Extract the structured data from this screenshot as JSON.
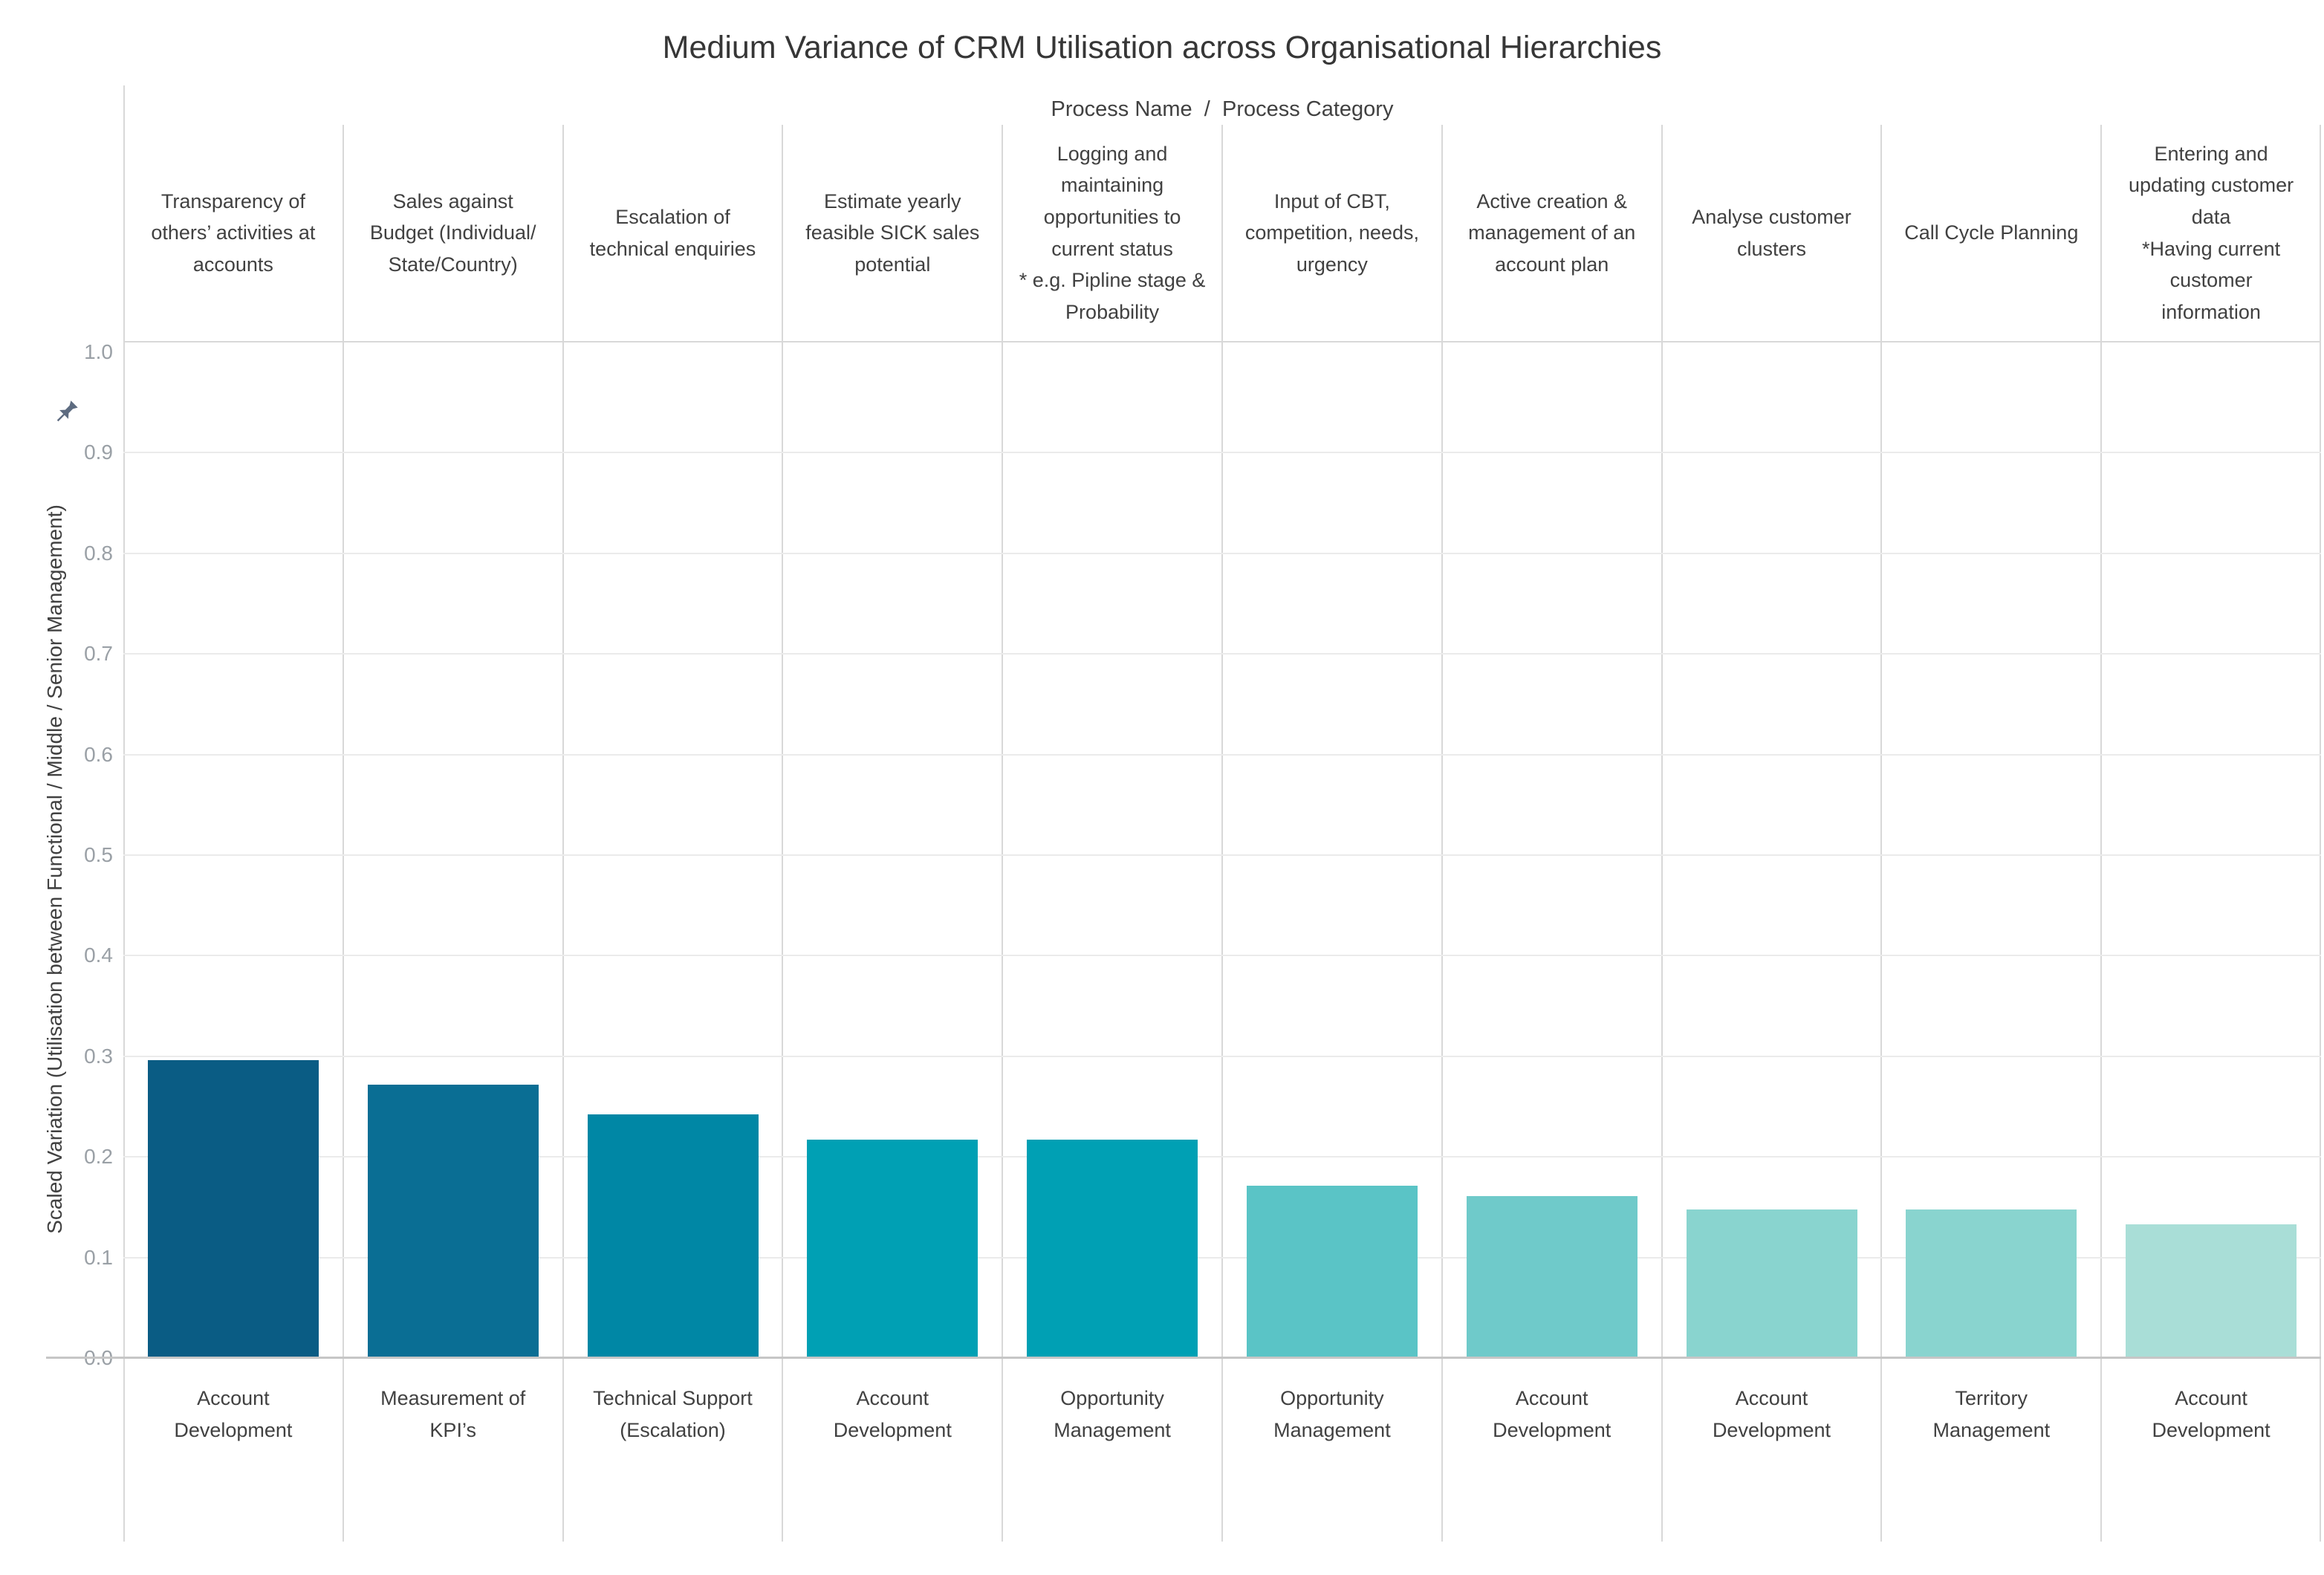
{
  "title": "Medium Variance of CRM Utilisation across Organisational Hierarchies",
  "header": {
    "label": "Process Name  /  Process Category"
  },
  "y_axis": {
    "title": "Scaled Variation (Utilisation between Functional / Middle / Senior Management)",
    "ticks": [
      {
        "label": "1.0",
        "value": 1.0
      },
      {
        "label": "0.9",
        "value": 0.9
      },
      {
        "label": "0.8",
        "value": 0.8
      },
      {
        "label": "0.7",
        "value": 0.7
      },
      {
        "label": "0.6",
        "value": 0.6
      },
      {
        "label": "0.5",
        "value": 0.5
      },
      {
        "label": "0.4",
        "value": 0.4
      },
      {
        "label": "0.3",
        "value": 0.3
      },
      {
        "label": "0.2",
        "value": 0.2
      },
      {
        "label": "0.1",
        "value": 0.1
      },
      {
        "label": "0.0",
        "value": 0.0
      }
    ]
  },
  "icons": {
    "pin": "pin-icon (pinned axis control)"
  },
  "colors": {
    "title_text": "#363636",
    "label_text": "#414141",
    "tick_text": "#9aa0a6",
    "grid_line": "#ebebeb",
    "separator_line": "#d8d8d8",
    "axis_baseline": "#c6c6c6",
    "pin_icon": "#5d6b80"
  },
  "chart_data": {
    "type": "bar",
    "title": "Medium Variance of CRM Utilisation across Organisational Hierarchies",
    "x_group_header": "Process Name / Process Category",
    "ylabel": "Scaled Variation (Utilisation between Functional / Middle / Senior Management)",
    "ylim": [
      0.0,
      1.0
    ],
    "grid": true,
    "legend": "none",
    "process_names": [
      "Transparency of\nothers’ activities at\naccounts",
      "Sales against\nBudget (Individual/\nState/Country)",
      "Escalation of\ntechnical enquiries",
      "Estimate yearly\nfeasible SICK sales\npotential",
      "Logging and\nmaintaining\nopportunities to\ncurrent status\n* e.g. Pipline stage &\nProbability",
      "Input of CBT,\ncompetition, needs,\nurgency",
      "Active creation &\nmanagement of an\naccount plan",
      "Analyse customer\nclusters",
      "Call Cycle Planning",
      "Entering and\nupdating customer\ndata\n*Having current\ncustomer\ninformation"
    ],
    "categories": [
      "Account\nDevelopment",
      "Measurement of\nKPI’s",
      "Technical Support\n(Escalation)",
      "Account\nDevelopment",
      "Opportunity\nManagement",
      "Opportunity\nManagement",
      "Account\nDevelopment",
      "Account\nDevelopment",
      "Territory\nManagement",
      "Account\nDevelopment"
    ],
    "values": [
      0.296,
      0.272,
      0.242,
      0.217,
      0.217,
      0.171,
      0.161,
      0.148,
      0.148,
      0.133
    ],
    "bar_colors": [
      "#0a5c84",
      "#0a6e94",
      "#0087a5",
      "#00a0b4",
      "#00a0b4",
      "#5ac4c6",
      "#6fcaca",
      "#89d4cf",
      "#89d4cf",
      "#a9ded7"
    ]
  }
}
